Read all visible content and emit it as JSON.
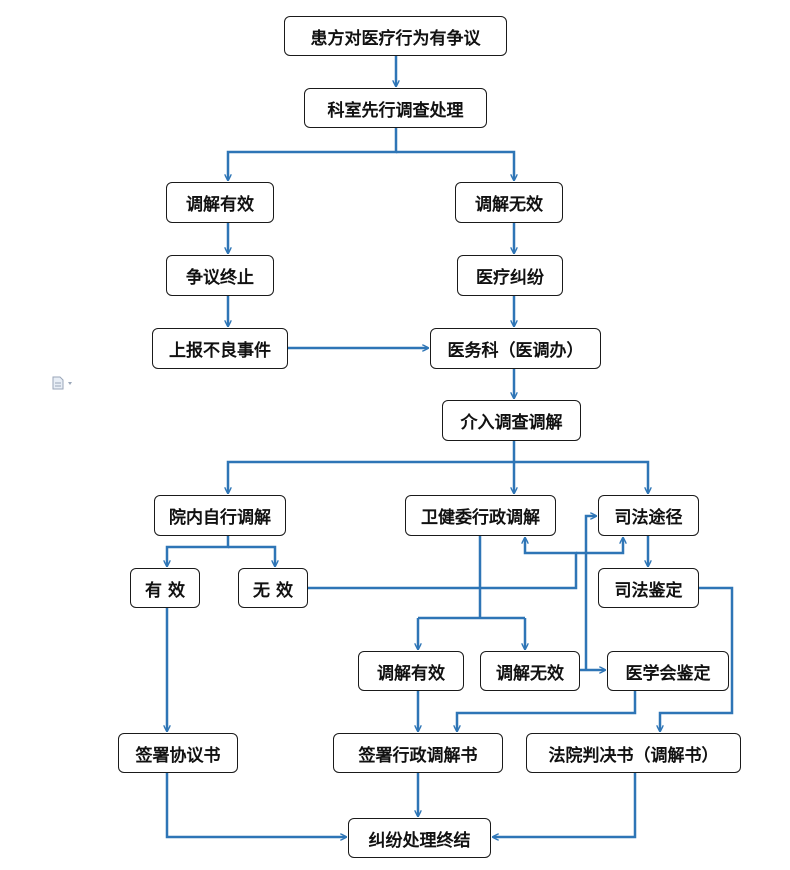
{
  "colors": {
    "arrow": "#2e75b6",
    "border": "#1a1a1a",
    "text": "#111111"
  },
  "icons": [
    "document-icon",
    "dropdown-caret-icon"
  ],
  "nodes": {
    "start": "患方对医疗行为有争议",
    "dept_investigation": "科室先行调查处理",
    "mediation_effective": "调解有效",
    "mediation_ineffective": "调解无效",
    "dispute_terminated": "争议终止",
    "medical_dispute": "医疗纠纷",
    "report_adverse_event": "上报不良事件",
    "medical_affairs": "医务科（医调办）",
    "intervene_investigate": "介入调查调解",
    "in_hospital_mediation": "院内自行调解",
    "health_admin_mediation": "卫健委行政调解",
    "judicial_route": "司法途径",
    "effective": "有 效",
    "ineffective": "无 效",
    "judicial_appraisal": "司法鉴定",
    "admin_effective": "调解有效",
    "admin_ineffective": "调解无效",
    "medical_assoc_appraisal": "医学会鉴定",
    "sign_agreement": "签署协议书",
    "sign_admin_mediation": "签署行政调解书",
    "court_judgment": "法院判决书（调解书）",
    "dispute_concluded": "纠纷处理终结"
  }
}
